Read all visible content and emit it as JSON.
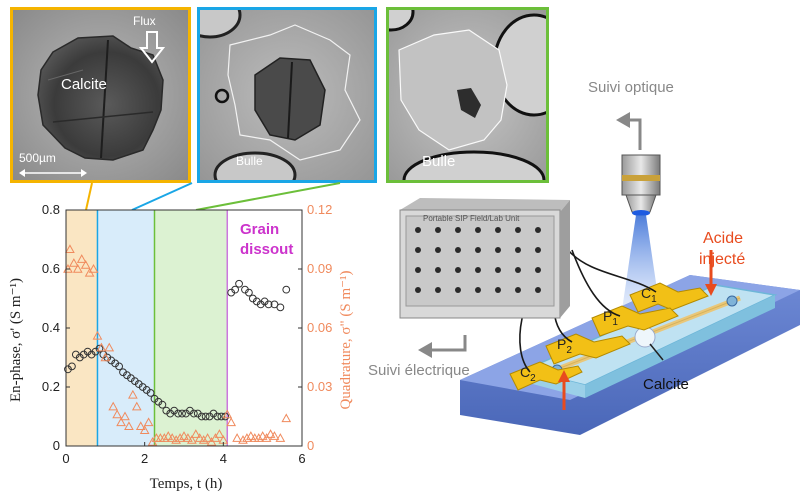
{
  "panels": [
    {
      "overlay_label": "Calcite",
      "flow_label": "Flux",
      "scale_label": "500µm",
      "border_color": "#f5b400"
    },
    {
      "overlay_label": "Bulle",
      "border_color": "#1aa6e6"
    },
    {
      "overlay_label": "Bulle",
      "border_color": "#6cbf3a"
    }
  ],
  "chart_data": {
    "type": "scatter",
    "xlabel": "Temps, t (h)",
    "ylabel_left": "En-phase, σ' (S m⁻¹)",
    "ylabel_right": "Quadrature, σ\" (S m⁻¹)",
    "xlim": [
      0,
      6
    ],
    "ylim_left": [
      0,
      0.8
    ],
    "ylim_right": [
      0,
      0.12
    ],
    "xticks": [
      "0",
      "2",
      "4",
      "6"
    ],
    "yticks_left": [
      "0",
      "0.2",
      "0.4",
      "0.6",
      "0.8"
    ],
    "yticks_right": [
      "0",
      "0.03",
      "0.06",
      "0.09",
      "0.12"
    ],
    "annotation": [
      "Grain",
      "dissout"
    ],
    "annotation_color": "#cc33cc",
    "phase_boundaries": [
      0.8,
      2.25,
      4.1
    ],
    "phase_colors": [
      "#fae6c3",
      "#d8ecfa",
      "#dcf2d2"
    ],
    "phase_line_colors": [
      "#f5b400",
      "#1aa6e6",
      "#6cbf3a",
      "#cc77dd"
    ],
    "series": [
      {
        "axis": "left",
        "marker": "circle",
        "color": "#333333",
        "x": [
          0.05,
          0.15,
          0.25,
          0.35,
          0.45,
          0.55,
          0.65,
          0.75,
          0.85,
          0.95,
          1.05,
          1.15,
          1.25,
          1.35,
          1.45,
          1.55,
          1.65,
          1.75,
          1.85,
          1.95,
          2.05,
          2.15,
          2.25,
          2.35,
          2.45,
          2.55,
          2.65,
          2.75,
          2.85,
          2.95,
          3.05,
          3.15,
          3.25,
          3.35,
          3.45,
          3.55,
          3.65,
          3.75,
          3.85,
          3.95,
          4.05,
          4.2,
          4.3,
          4.4,
          4.55,
          4.65,
          4.75,
          4.85,
          4.95,
          5.05,
          5.15,
          5.3,
          5.45,
          5.6
        ],
        "y": [
          0.26,
          0.27,
          0.31,
          0.3,
          0.31,
          0.32,
          0.31,
          0.32,
          0.33,
          0.31,
          0.3,
          0.29,
          0.28,
          0.27,
          0.25,
          0.24,
          0.23,
          0.22,
          0.21,
          0.2,
          0.19,
          0.18,
          0.16,
          0.15,
          0.14,
          0.12,
          0.11,
          0.12,
          0.11,
          0.11,
          0.11,
          0.12,
          0.11,
          0.11,
          0.1,
          0.1,
          0.1,
          0.11,
          0.1,
          0.1,
          0.1,
          0.52,
          0.53,
          0.55,
          0.53,
          0.52,
          0.5,
          0.49,
          0.48,
          0.49,
          0.48,
          0.48,
          0.47,
          0.53
        ]
      },
      {
        "axis": "right",
        "marker": "triangle",
        "color": "#f08a5d",
        "x": [
          0.05,
          0.1,
          0.2,
          0.3,
          0.4,
          0.5,
          0.6,
          0.7,
          0.8,
          0.9,
          1.0,
          1.1,
          1.2,
          1.3,
          1.4,
          1.5,
          1.6,
          1.7,
          1.8,
          1.9,
          2.0,
          2.1,
          2.2,
          2.3,
          2.4,
          2.5,
          2.6,
          2.7,
          2.8,
          2.9,
          3.0,
          3.1,
          3.2,
          3.3,
          3.4,
          3.5,
          3.6,
          3.7,
          3.8,
          3.9,
          4.0,
          4.1,
          4.2,
          4.35,
          4.5,
          4.6,
          4.7,
          4.8,
          4.9,
          5.0,
          5.1,
          5.2,
          5.3,
          5.45,
          5.6
        ],
        "y": [
          0.09,
          0.1,
          0.093,
          0.09,
          0.095,
          0.092,
          0.088,
          0.09,
          0.056,
          0.05,
          0.045,
          0.05,
          0.02,
          0.016,
          0.012,
          0.015,
          0.01,
          0.026,
          0.02,
          0.01,
          0.008,
          0.012,
          0.002,
          0.004,
          0.004,
          0.004,
          0.005,
          0.004,
          0.003,
          0.004,
          0.005,
          0.004,
          0.003,
          0.006,
          0.004,
          0.003,
          0.004,
          0.002,
          0.004,
          0.006,
          0.003,
          0.016,
          0.012,
          0.004,
          0.003,
          0.004,
          0.005,
          0.004,
          0.004,
          0.005,
          0.004,
          0.006,
          0.005,
          0.004,
          0.014
        ]
      }
    ]
  },
  "labels": {
    "optical": "Suivi optique",
    "electrical": "Suivi électrique",
    "acid": [
      "Acide",
      "injecté"
    ],
    "calcite": "Calcite",
    "device_title": "Portable SIP Field/Lab Unit"
  },
  "electrodes": [
    {
      "letter": "C",
      "sub": "1"
    },
    {
      "letter": "P",
      "sub": "1"
    },
    {
      "letter": "P",
      "sub": "2"
    },
    {
      "letter": "C",
      "sub": "2"
    }
  ]
}
